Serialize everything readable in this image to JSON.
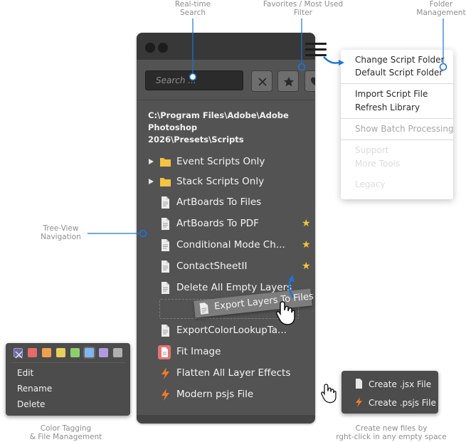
{
  "callouts": {
    "search": [
      "Real-time",
      "Search"
    ],
    "filter": [
      "Favorites / Most Used",
      "Filter"
    ],
    "folder": [
      "Folder",
      "Management"
    ],
    "tree": [
      "Tree-View",
      "Navigation"
    ],
    "tagging": [
      "Color Tagging",
      "& File Management"
    ],
    "create": [
      "Create new files by",
      "rght-click in any empty space"
    ]
  },
  "panel": {
    "search_placeholder": "Search ...",
    "path_line1": "C:\\Program Files\\Adobe\\Adobe Photoshop",
    "path_line2": "2026\\Presets\\Scripts",
    "items": [
      {
        "label": "Event Scripts Only",
        "icon": "folder-icon",
        "expandable": true,
        "favorite": false
      },
      {
        "label": "Stack Scripts Only",
        "icon": "folder-icon",
        "expandable": true,
        "favorite": false
      },
      {
        "label": "ArtBoards To Files",
        "icon": "file-icon",
        "expandable": false,
        "favorite": false
      },
      {
        "label": "ArtBoards To PDF",
        "icon": "file-icon",
        "expandable": false,
        "favorite": true
      },
      {
        "label": "Conditional Mode Ch...",
        "icon": "file-icon",
        "expandable": false,
        "favorite": true
      },
      {
        "label": "ContactSheetII",
        "icon": "file-icon",
        "expandable": false,
        "favorite": true
      },
      {
        "label": "Delete All Empty Layers",
        "icon": "file-icon",
        "expandable": false,
        "favorite": false
      },
      {
        "label": "ExportColorLookupTa...",
        "icon": "file-icon",
        "expandable": false,
        "favorite": false
      },
      {
        "label": "Fit Image",
        "icon": "file-red-icon",
        "expandable": false,
        "favorite": false
      },
      {
        "label": "Flatten All Layer Effects",
        "icon": "lightning-icon",
        "expandable": false,
        "favorite": false
      },
      {
        "label": "Modern psjs File",
        "icon": "lightning-icon",
        "expandable": false,
        "favorite": false
      }
    ],
    "drag_item": "Export Layers To Files"
  },
  "menu": {
    "items": [
      {
        "label": "Change Script Folder",
        "state": "normal"
      },
      {
        "label": "Default Script Folder",
        "state": "normal"
      },
      {
        "label": "Import Script File",
        "state": "normal"
      },
      {
        "label": "Refresh Library",
        "state": "normal"
      },
      {
        "label": "Show Batch Processing",
        "state": "dim"
      },
      {
        "label": "Support",
        "state": "faint"
      },
      {
        "label": "More Tools",
        "state": "faint"
      },
      {
        "label": "Legacy",
        "state": "faint"
      }
    ]
  },
  "color_tagging": {
    "swatches": [
      "#6a6a9a",
      "#e86a6a",
      "#f0a050",
      "#e8d05a",
      "#8ccf6a",
      "#7fb6f0",
      "#b09ae0",
      "#b0b0b0"
    ],
    "actions": [
      "Edit",
      "Rename",
      "Delete"
    ]
  },
  "create_menu": {
    "items": [
      "Create .jsx File",
      "Create .psjs File"
    ]
  },
  "colors": {
    "accent": "#1a74d8",
    "panel_bg": "#535353",
    "favorite_star": "#f4c537",
    "folder": "#f5c343",
    "lightning": "#f07a2a"
  }
}
